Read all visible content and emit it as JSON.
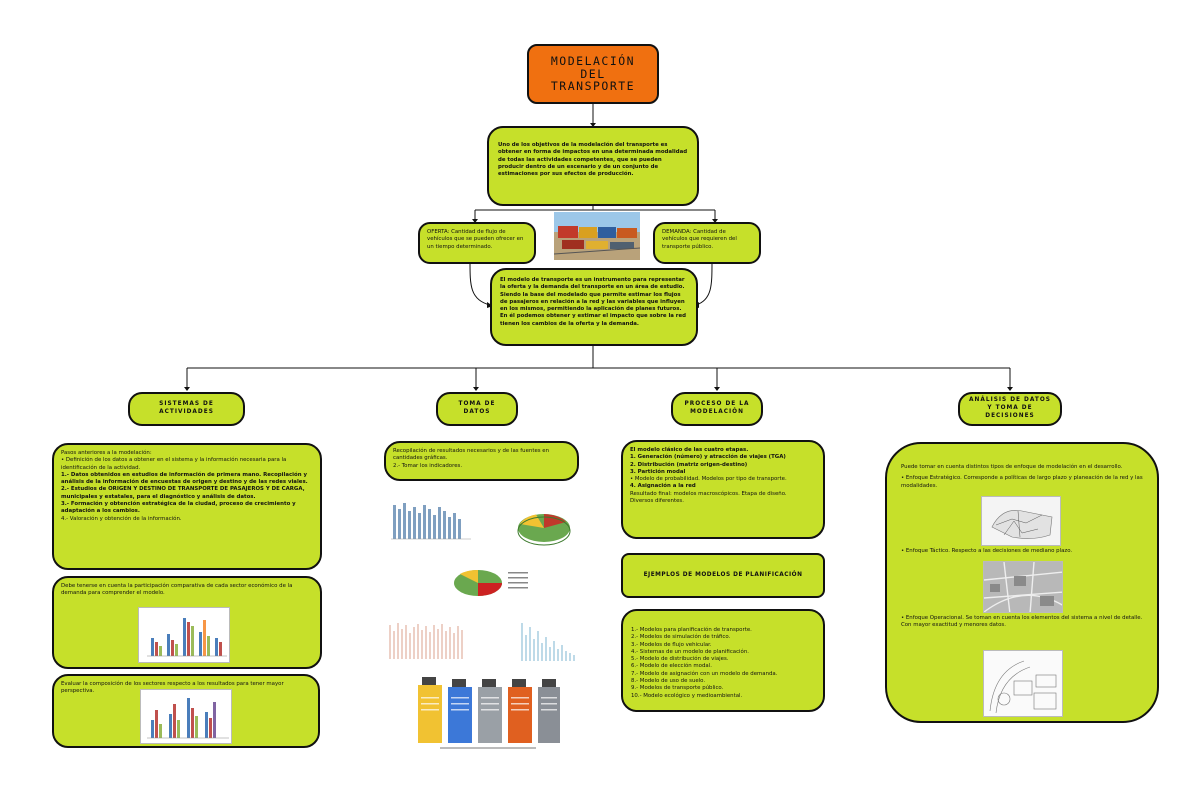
{
  "title": [
    "MODELACIÓN",
    "DEL",
    "TRANSPORTE"
  ],
  "intro": "Uno de los objetivos de la modelación del transporte es obtener en forma de impactos en una determinada modalidad de todas las actividades competentes, que se pueden producir dentro de un escenario y de un conjunto de estimaciones por sus efectos de producción.",
  "oferta": "OFERTA: Cantidad de flujo de vehículos que se pueden ofrecer en un tiempo determinado.",
  "demanda": "DEMANDA: Cantidad de vehículos que requieren del transporte público.",
  "central": "El modelo de transporte es un instrumento para representar la oferta y la demanda del transporte en un área de estudio. Siendo la base del modelado que permite estimar los flujos de pasajeros en relación a la red y las variables que influyen en los mismos, permitiendo la aplicación de planes futuros. En él podemos obtener y estimar el impacto que sobre la red tienen los cambios de la oferta y la demanda.",
  "headers": {
    "sistemas": "SISTEMAS DE ACTIVIDADES",
    "toma": "TOMA DE DATOS",
    "proceso": "PROCESO DE LA MODELACIÓN",
    "analisis": "ANÁLISIS DE DATOS Y TOMA DE DECISIONES"
  },
  "sistemas_text": [
    "Pasos anteriores a la modelación:",
    "• Definición de los datos a obtener en el sistema y la información necesaria para la identificación de la actividad.",
    "1.- Datos obtenidos en estudios de información de primera mano. Recopilación y análisis de la información de encuestas de origen y destino y de las redes viales.",
    "2.- Estudios de ORIGEN Y DESTINO DE TRANSPORTE DE PASAJEROS Y DE CARGA, municipales y estatales, para el diagnóstico y análisis de datos.",
    "3.- Formación y obtención estratégica de la ciudad, proceso de crecimiento y adaptación a los cambios.",
    "4.- Valoración y obtención de la información."
  ],
  "sistemas_box2": "Debe tenerse en cuenta la participación comparativa de cada sector económico de la demanda para comprender el modelo.",
  "sistemas_box3": "Evaluar la composición de los sectores respecto a los resultados para tener mayor perspectiva.",
  "toma_text": [
    "Recopilación de resultados necesarios y de las fuentes en cantidades gráficas.",
    "2.- Tomar los indicadores."
  ],
  "proceso_text": [
    "El modelo clásico de las cuatro etapas.",
    "1. Generación (número) y atracción de viajes (TGA)",
    "2. Distribución (matriz origen-destino)",
    "3. Partición modal",
    "• Modelo de probabilidad. Modelos por tipo de transporte.",
    "4. Asignación a la red",
    "Resultado final: modelos macroscópicos. Etapa de diseño.",
    "Diversos diferentes."
  ],
  "proceso_mid": "EJEMPLOS DE MODELOS DE PLANIFICACIÓN",
  "proceso_list": [
    "1.- Modelos para planificación de transporte.",
    "2.- Modelos de simulación de tráfico.",
    "3.- Modelos de flujo vehicular.",
    "4.- Sistemas de un modelo de planificación.",
    "5.- Modelo de distribución de viajes.",
    "6.- Modelo de elección modal.",
    "7.- Modelo de asignación con un modelo de demanda.",
    "8.- Modelo de uso de suelo.",
    "9.- Modelos de transporte público.",
    "10.- Modelo ecológico y medioambiental."
  ],
  "analisis_text": [
    "Puede tomar en cuenta distintos tipos de enfoque de modelación en el desarrollo.",
    "• Enfoque Estratégico. Corresponde a políticas de largo plazo y planeación de la red y las modalidades.",
    "• Enfoque Táctico. Respecto a las decisiones de mediano plazo.",
    "• Enfoque Operacional. Se toman en cuenta los elementos del sistema a nivel de detalle. Con mayor exactitud y menores datos."
  ],
  "colors": {
    "box": "#c6e02a",
    "title": "#f07010",
    "border": "#111111"
  }
}
